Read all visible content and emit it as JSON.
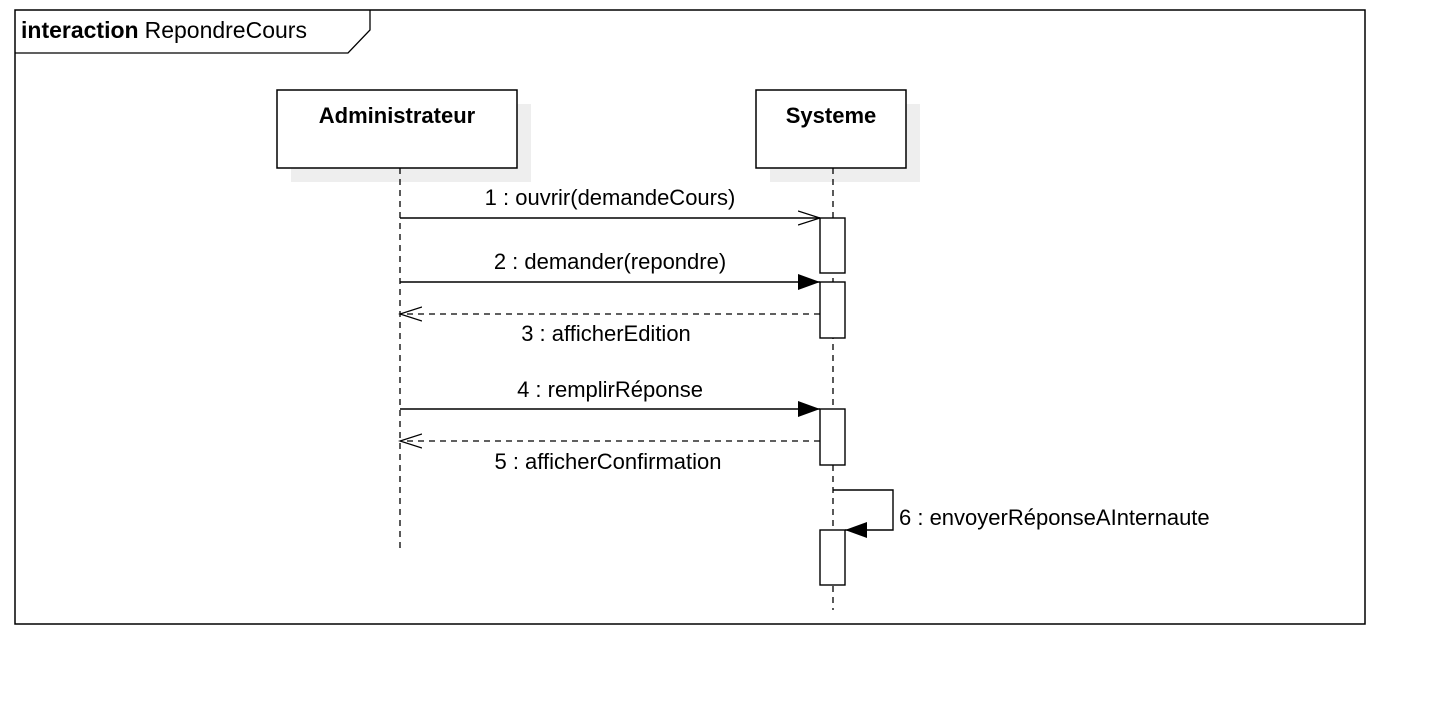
{
  "frame": {
    "keyword": "interaction",
    "name": "RepondreCours"
  },
  "lifelines": [
    {
      "id": "admin",
      "name": "Administrateur"
    },
    {
      "id": "systeme",
      "name": "Systeme"
    }
  ],
  "messages": [
    {
      "id": "m1",
      "label": "1 : ouvrir(demandeCours)",
      "kind": "async"
    },
    {
      "id": "m2",
      "label": "2 : demander(repondre)",
      "kind": "sync"
    },
    {
      "id": "m3",
      "label": "3 : afficherEdition",
      "kind": "reply"
    },
    {
      "id": "m4",
      "label": "4 : remplirRéponse",
      "kind": "sync"
    },
    {
      "id": "m5",
      "label": "5 : afficherConfirmation",
      "kind": "reply"
    },
    {
      "id": "m6",
      "label": "6 : envoyerRéponseAInternaute",
      "kind": "self"
    }
  ]
}
